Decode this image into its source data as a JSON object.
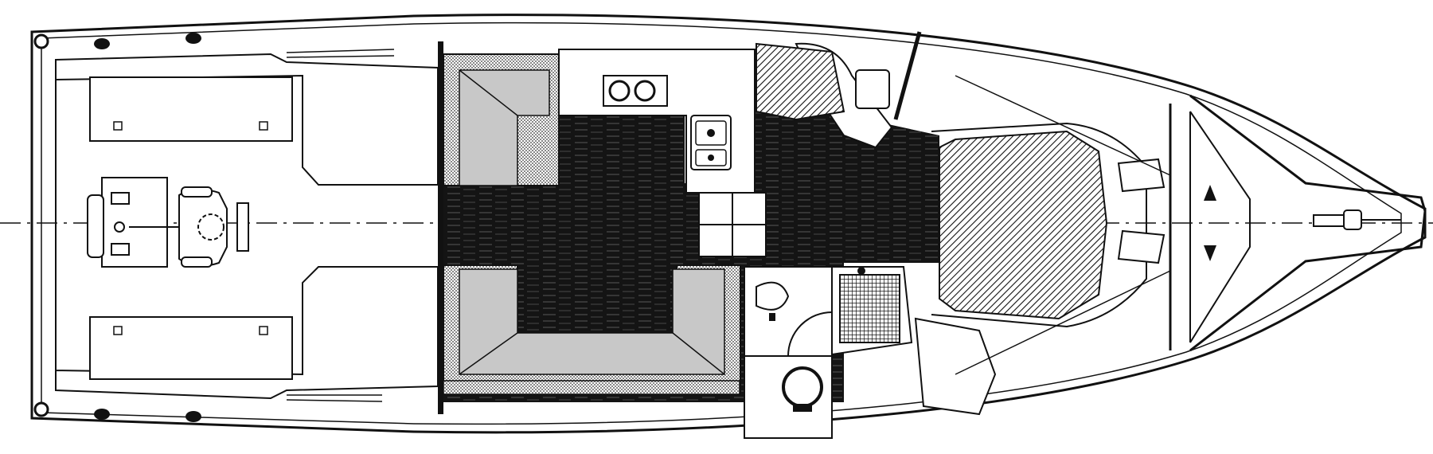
{
  "diagram": {
    "kind": "boat-deck-plan",
    "colors": {
      "line": "#111111",
      "background": "#ffffff",
      "dark_floor": "#1a1a1a",
      "stipple": "#b9b9b9",
      "cushion_hatch": "#555555"
    },
    "areas": [
      "cockpit",
      "fighting-chair",
      "fish-box-port",
      "fish-box-starboard",
      "salon-settee-upper",
      "salon-settee-lower",
      "galley-counter",
      "stove",
      "sink",
      "galley-cabinet",
      "head",
      "toilet",
      "shower",
      "helm-seat",
      "v-berth",
      "bow-pulpit"
    ]
  }
}
